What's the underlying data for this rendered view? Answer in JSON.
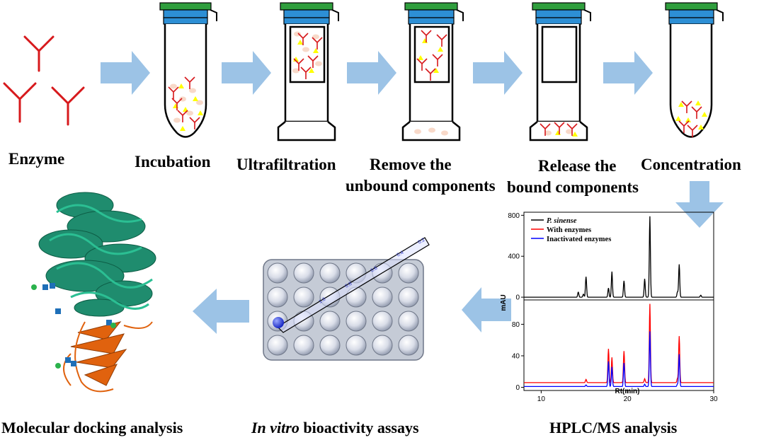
{
  "steps": {
    "enzyme": "Enzyme",
    "incubation": "Incubation",
    "ultrafiltration": "Ultrafiltration",
    "remove_l1": "Remove the",
    "remove_l2": "unbound components",
    "release_l1": "Release the",
    "release_l2": "bound components",
    "concentration": "Concentration",
    "hplc": "HPLC/MS analysis",
    "bio_italic": "In vitro",
    "bio_rest": " bioactivity assays",
    "docking": "Molecular docking analysis"
  },
  "pipette_marks": [
    "0.2",
    "0.4",
    "0.6",
    "0.8",
    "1.0"
  ],
  "colors": {
    "arrow": "#9cc3e6",
    "enzyme": "#d7191c",
    "tube_cap": "#2f9e3d",
    "tube_band": "#2d8fd5",
    "ligand": "#ffff00",
    "protein_top": "#1f8c6e",
    "protein_bottom": "#e0620e"
  },
  "chart_data": {
    "type": "line",
    "xlabel": "Rt(min)",
    "ylabel": "mAU",
    "xlim": [
      8,
      30
    ],
    "xticks": [
      10,
      20,
      30
    ],
    "panels": [
      {
        "ylim": [
          -20,
          830
        ],
        "yticks": [
          0,
          400,
          800
        ],
        "series": [
          {
            "name": "P. sinense",
            "color": "#000000",
            "baseline": 0,
            "peaks": [
              [
                14.3,
                50
              ],
              [
                14.9,
                30
              ],
              [
                15.2,
                200
              ],
              [
                17.8,
                90
              ],
              [
                18.2,
                250
              ],
              [
                19.6,
                160
              ],
              [
                22.0,
                180
              ],
              [
                22.6,
                790
              ],
              [
                25.8,
                50
              ],
              [
                26.0,
                320
              ],
              [
                28.5,
                20
              ]
            ]
          },
          {
            "name": "With enzymes",
            "color": "#ff0000",
            "baseline": null,
            "peaks": []
          },
          {
            "name": "Inactivated enzymes",
            "color": "#0000ff",
            "baseline": null,
            "peaks": []
          }
        ]
      },
      {
        "ylim": [
          -4,
          110
        ],
        "yticks": [
          0,
          40,
          80
        ],
        "series": [
          {
            "name": "With enzymes",
            "color": "#ff0000",
            "baseline": 6,
            "peaks": [
              [
                15.2,
                4
              ],
              [
                17.8,
                43
              ],
              [
                18.2,
                32
              ],
              [
                19.6,
                40
              ],
              [
                22.0,
                5
              ],
              [
                22.6,
                100
              ],
              [
                25.8,
                5
              ],
              [
                26.0,
                59
              ]
            ]
          },
          {
            "name": "Inactivated enzymes",
            "color": "#0000ff",
            "baseline": 1,
            "peaks": [
              [
                15.2,
                2
              ],
              [
                17.8,
                32
              ],
              [
                18.2,
                25
              ],
              [
                19.6,
                30
              ],
              [
                22.0,
                3
              ],
              [
                22.6,
                70
              ],
              [
                25.8,
                3
              ],
              [
                26.0,
                41
              ]
            ]
          }
        ]
      }
    ]
  }
}
